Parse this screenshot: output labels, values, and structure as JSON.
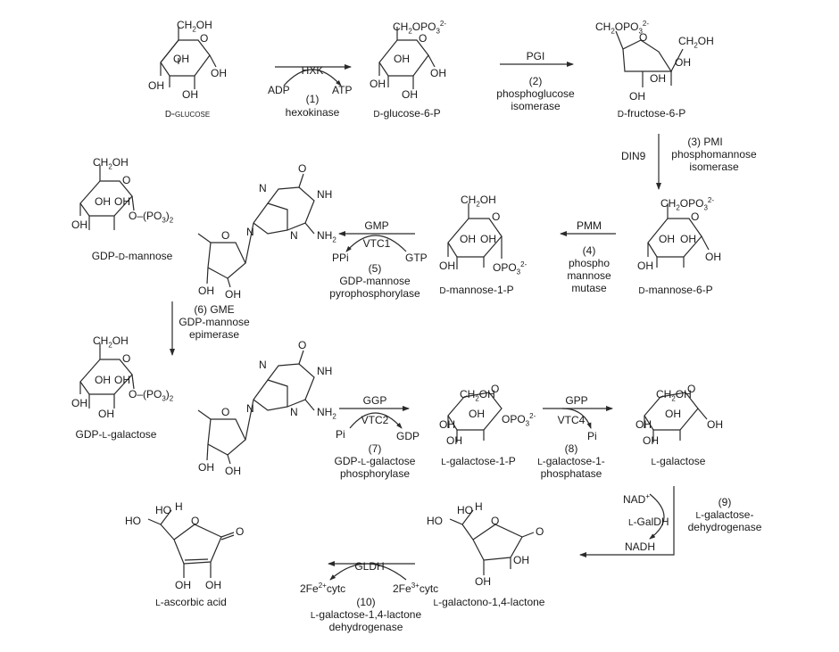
{
  "title": "L-ascorbic acid biosynthesis pathway (D-mannose/L-galactose pathway)",
  "compounds": {
    "d_glucose": "D-glucose",
    "d_glucose_6p": "D-glucose-6-P",
    "d_fructose_6p": "D-fructose-6-P",
    "d_mannose_6p": "D-mannose-6-P",
    "d_mannose_1p": "D-mannose-1-P",
    "gdp_d_mannose": "GDP-D-mannose",
    "gdp_l_galactose": "GDP-L-galactose",
    "l_galactose_1p": "L-galactose-1-P",
    "l_galactose": "L-galactose",
    "l_galactono_lactone": "L-galactono-1,4-lactone",
    "l_ascorbic_acid": "L-ascorbic acid"
  },
  "steps": [
    {
      "number": "(1)",
      "abbr": "HXK",
      "enzyme": "hexokinase",
      "left": "ADP",
      "right": "ATP"
    },
    {
      "number": "(2)",
      "abbr": "PGI",
      "enzyme": "phosphoglucose\nisomerase"
    },
    {
      "number": "(3)",
      "abbr": "PMI",
      "enzyme": "phosphomannose\nisomerase",
      "gene": "DIN9"
    },
    {
      "number": "(4)",
      "abbr": "PMM",
      "enzyme": "phospho\nmannose\nmutase"
    },
    {
      "number": "(5)",
      "abbr": "GMP",
      "gene": "VTC1",
      "enzyme": "GDP-mannose\npyrophosphorylase",
      "left": "PPi",
      "right": "GTP"
    },
    {
      "number": "(6)",
      "abbr": "GME",
      "enzyme": "GDP-mannose\nepimerase"
    },
    {
      "number": "(7)",
      "abbr": "GGP",
      "gene": "VTC2",
      "enzyme": "GDP-L-galactose\nphosphorylase",
      "left": "Pi",
      "right": "GDP"
    },
    {
      "number": "(8)",
      "abbr": "GPP",
      "gene": "VTC4",
      "enzyme": "L-galactose-1-\nphosphatase",
      "right": "Pi"
    },
    {
      "number": "(9)",
      "abbr": "L-GalDH",
      "enzyme": "L-galactose-\ndehydrogenase",
      "top": "NAD+",
      "bottom": "NADH"
    },
    {
      "number": "(10)",
      "abbr": "GLDH",
      "enzyme": "L-galactose-1,4-lactone\ndehydrogenase",
      "left": "2Fe2+cytc",
      "right": "2Fe3+cytc"
    }
  ],
  "atoms": {
    "ch2oh": "CH2OH",
    "ch2opo3": "CH2OPO3",
    "charge": "2-",
    "oh": "OH",
    "o": "O",
    "opo3": "OPO3",
    "po3_2": "O–(PO3)2",
    "nh": "NH",
    "nh2": "NH2",
    "n": "N",
    "ho": "HO",
    "h": "H"
  },
  "cofactors": {
    "adp": "ADP",
    "atp": "ATP",
    "ppi": "PPi",
    "gtp": "GTP",
    "pi": "Pi",
    "gdp": "GDP",
    "nad": "NAD",
    "nad_sup": "+",
    "nadh": "NADH",
    "fe2": "2Fe",
    "fe2_sup": "2+",
    "fe3": "2Fe",
    "fe3_sup": "3+",
    "cytc": "cytc"
  },
  "enzymes": {
    "hxk": "HXK",
    "hexokinase": "hexokinase",
    "n1": "(1)",
    "pgi": "PGI",
    "n2": "(2)",
    "pgi_name": "phosphoglucose\nisomerase",
    "n3pmi": "(3) PMI",
    "din9": "DIN9",
    "pmi_name": "phosphomannose\nisomerase",
    "pmm": "PMM",
    "n4": "(4)",
    "pmm_name": "phospho\nmannose\nmutase",
    "gmp": "GMP",
    "vtc1": "VTC1",
    "n5": "(5)",
    "gmp_name": "GDP-mannose\npyrophosphorylase",
    "n6gme": "(6) GME",
    "gme_name": "GDP-mannose\nepimerase",
    "ggp": "GGP",
    "vtc2": "VTC2",
    "n7": "(7)",
    "ggp_name_a": "GDP-",
    "ggp_name_b": "L",
    "ggp_name_c": "-galactose",
    "ggp_name_d": "phosphorylase",
    "gpp": "GPP",
    "vtc4": "VTC4",
    "n8": "(8)",
    "gpp_name_a": "L",
    "gpp_name_b": "-galactose-1-",
    "gpp_name_c": "phosphatase",
    "galdh_a": "L",
    "galdh_b": "-GalDH",
    "n9": "(9)",
    "galdh_name_a": "L",
    "galdh_name_b": "-galactose-",
    "galdh_name_c": "dehydrogenase",
    "gldh": "GLDH",
    "n10": "(10)",
    "gldh_name_a": "L",
    "gldh_name_b": "-galactose-1,4-lactone",
    "gldh_name_c": "dehydrogenase"
  },
  "names": {
    "dglc_a": "D",
    "dglc_b": "-glucose",
    "dg6p_a": "D",
    "dg6p_b": "-glucose-6-P",
    "df6p_a": "D",
    "df6p_b": "-fructose-6-P",
    "dm6p_a": "D",
    "dm6p_b": "-mannose-6-P",
    "dm1p_a": "D",
    "dm1p_b": "-mannose-1-P",
    "gdm_a": "GDP-",
    "gdm_b": "D",
    "gdm_c": "-mannose",
    "gdl_a": "GDP-",
    "gdl_b": "L",
    "gdl_c": "-galactose",
    "lg1p_a": "L",
    "lg1p_b": "-galactose-1-P",
    "lgal_a": "L",
    "lgal_b": "-galactose",
    "lgl_a": "L",
    "lgl_b": "-galactono-1,4-lactone",
    "asa_a": "L",
    "asa_b": "-ascorbic acid"
  }
}
